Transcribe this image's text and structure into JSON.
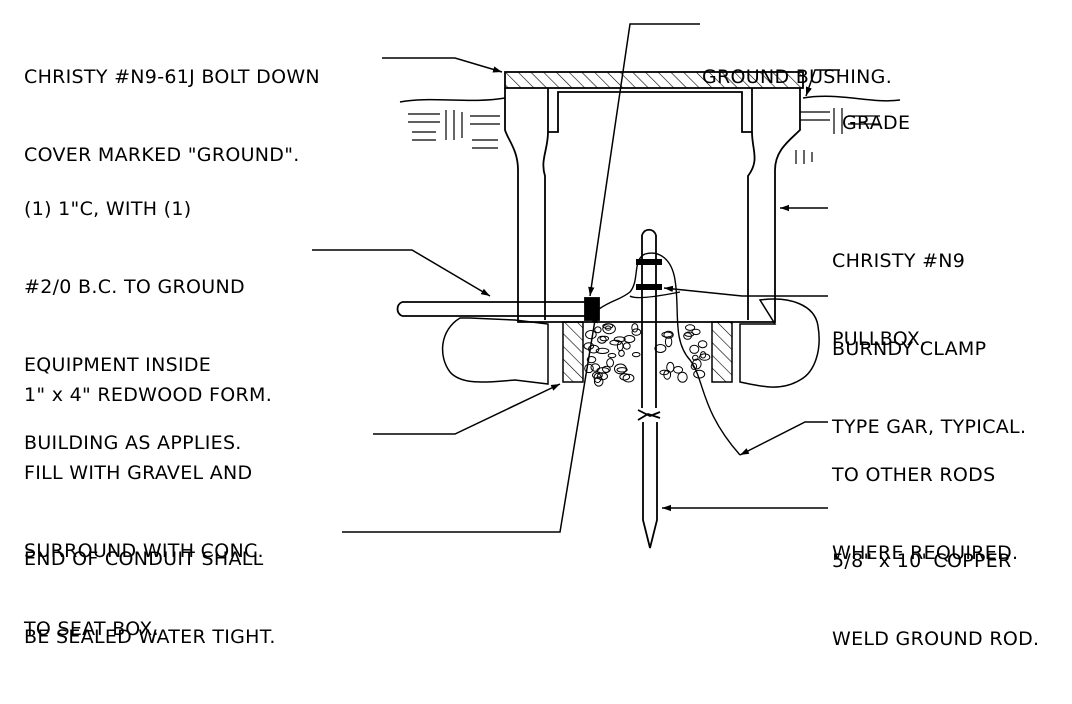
{
  "labels": {
    "cover": [
      "CHRISTY #N9-61J BOLT DOWN",
      "COVER MARKED \"GROUND\"."
    ],
    "bushing": "GROUND BUSHING.",
    "grade": "GRADE",
    "conduit": [
      "(1) 1\"C, WITH (1)",
      "#2/0 B.C. TO GROUND",
      "EQUIPMENT INSIDE",
      "BUILDING AS APPLIES."
    ],
    "pullbox": [
      "CHRISTY #N9",
      "PULLBOX."
    ],
    "clamp": [
      "BURNDY CLAMP",
      "TYPE GAR, TYPICAL."
    ],
    "form": [
      "1\" x 4\" REDWOOD FORM.",
      "FILL WITH GRAVEL AND",
      "SURROUND WITH CONC.",
      "TO SEAT BOX."
    ],
    "other_rods": [
      "TO OTHER RODS",
      "WHERE REQUIRED."
    ],
    "end_conduit": [
      "END OF CONDUIT SHALL",
      "BE SEALED WATER TIGHT."
    ],
    "rod": [
      "5/8\" x 10' COPPER",
      "WELD GROUND ROD."
    ]
  },
  "colors": {
    "line": "#000000",
    "background": "#ffffff"
  }
}
